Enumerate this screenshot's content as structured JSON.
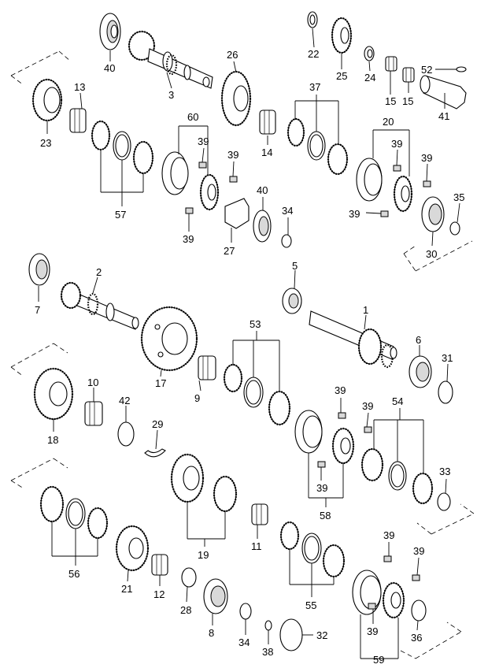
{
  "diagram": {
    "labels": [
      {
        "text": "40"
      },
      {
        "text": "3"
      },
      {
        "text": "26"
      },
      {
        "text": "22"
      },
      {
        "text": "25"
      },
      {
        "text": "24"
      },
      {
        "text": "15"
      },
      {
        "text": "15"
      },
      {
        "text": "52"
      },
      {
        "text": "41"
      },
      {
        "text": "13"
      },
      {
        "text": "23"
      },
      {
        "text": "60"
      },
      {
        "text": "39"
      },
      {
        "text": "39"
      },
      {
        "text": "14"
      },
      {
        "text": "37"
      },
      {
        "text": "20"
      },
      {
        "text": "39"
      },
      {
        "text": "39"
      },
      {
        "text": "57"
      },
      {
        "text": "40"
      },
      {
        "text": "34"
      },
      {
        "text": "39"
      },
      {
        "text": "27"
      },
      {
        "text": "39"
      },
      {
        "text": "35"
      },
      {
        "text": "30"
      },
      {
        "text": "2"
      },
      {
        "text": "7"
      },
      {
        "text": "5"
      },
      {
        "text": "1"
      },
      {
        "text": "53"
      },
      {
        "text": "6"
      },
      {
        "text": "31"
      },
      {
        "text": "17"
      },
      {
        "text": "9"
      },
      {
        "text": "10"
      },
      {
        "text": "42"
      },
      {
        "text": "18"
      },
      {
        "text": "29"
      },
      {
        "text": "39"
      },
      {
        "text": "39"
      },
      {
        "text": "54"
      },
      {
        "text": "39"
      },
      {
        "text": "58"
      },
      {
        "text": "33"
      },
      {
        "text": "19"
      },
      {
        "text": "11"
      },
      {
        "text": "56"
      },
      {
        "text": "21"
      },
      {
        "text": "12"
      },
      {
        "text": "28"
      },
      {
        "text": "55"
      },
      {
        "text": "39"
      },
      {
        "text": "39"
      },
      {
        "text": "8"
      },
      {
        "text": "34"
      },
      {
        "text": "38"
      },
      {
        "text": "32"
      },
      {
        "text": "39"
      },
      {
        "text": "36"
      },
      {
        "text": "59"
      }
    ]
  }
}
